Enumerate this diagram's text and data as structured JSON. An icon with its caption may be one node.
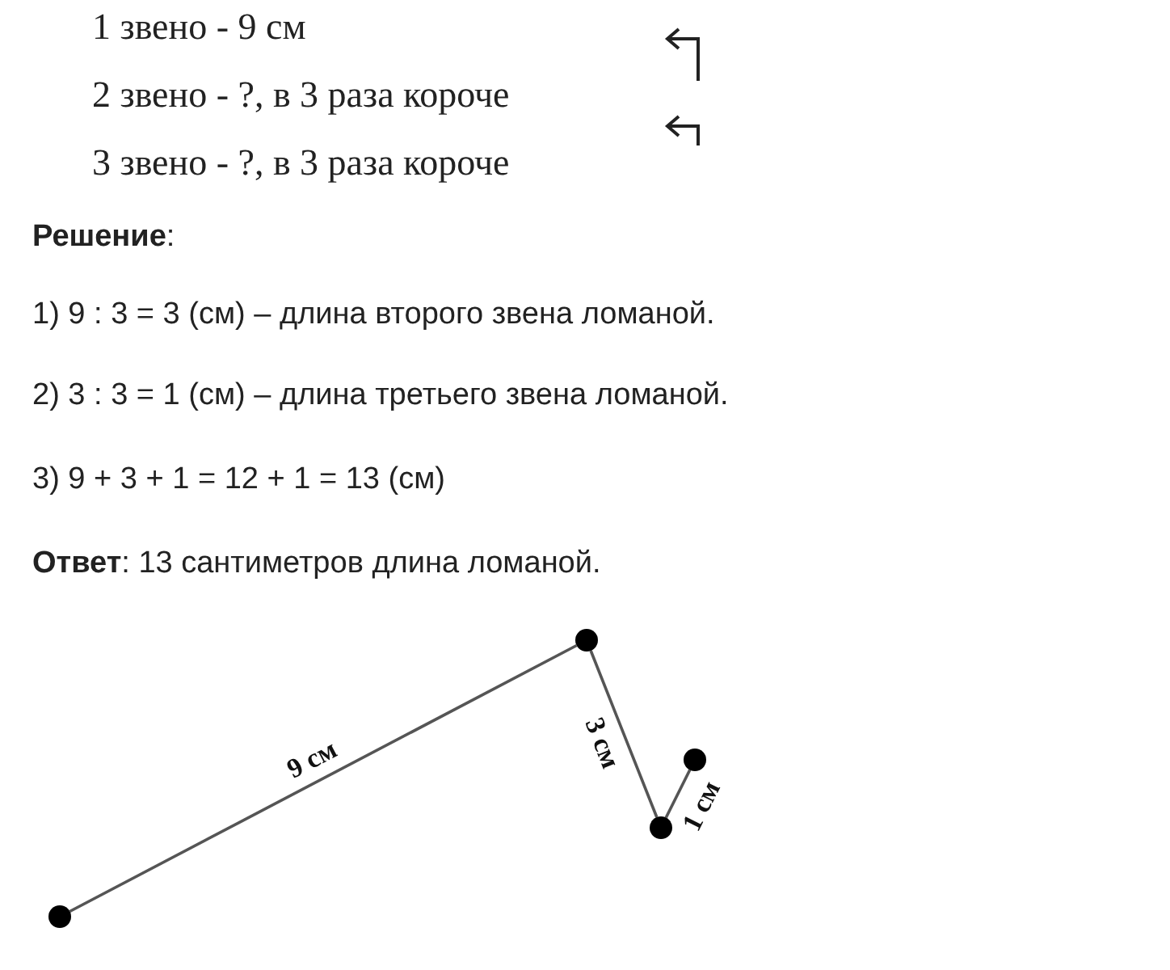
{
  "diagram": {
    "nodes": [
      {
        "text": [],
        "shape": "circle"
      },
      {
        "text": [],
        "shape": "circle"
      },
      {
        "text": [],
        "shape": "circle"
      },
      {
        "text": [],
        "shape": "circle"
      }
    ],
    "edges": [
      {
        "from": 0,
        "to": 1,
        "arrow": "none",
        "label": "9 см"
      },
      {
        "from": 1,
        "to": 2,
        "arrow": "none",
        "label": "3 см"
      },
      {
        "from": 2,
        "to": 3,
        "arrow": "none",
        "label": "1 см"
      }
    ],
    "labels": [
      "1 звено - 9 см",
      "2 звено - ?, в 3 раза короче",
      "3 звено - ?, в 3 раза короче",
      "**Решение**:",
      "1) 9 : 3 = 3 (см) – длина второго звена ломаной.",
      "2) 3 : 3 = 1 (см) – длина третьего звена ломаной.",
      "3) 9 + 3 + 1 = 12 + 1 = 13 (см)",
      "**Ответ**: 13 сантиметров длина ломаной."
    ]
  }
}
